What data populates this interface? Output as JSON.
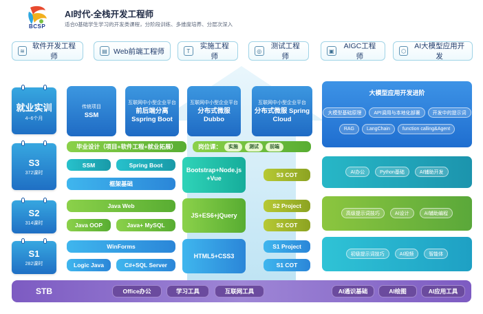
{
  "header": {
    "logo_text": "BCSP",
    "title": "AI时代-全栈开发工程师",
    "subtitle": "适合0基础学生学习的开发类课程，分阶段训练、多维度培养、分层次深入"
  },
  "roles": [
    {
      "label": "软件开发工程师",
      "icon": "layers-icon",
      "glyph": "≋"
    },
    {
      "label": "Web前端工程师",
      "icon": "browser-icon",
      "glyph": "▤"
    },
    {
      "label": "实施工程师",
      "icon": "wrench-icon",
      "glyph": "T"
    },
    {
      "label": "测试工程师",
      "icon": "test-icon",
      "glyph": "◎"
    },
    {
      "label": "AIGC工程师",
      "icon": "robot-icon",
      "glyph": "▣"
    },
    {
      "label": "AI大模型应用开发",
      "icon": "cube-icon",
      "glyph": "⬡"
    }
  ],
  "levels": {
    "job": {
      "name": "就业实训",
      "sub": "4~6个月"
    },
    "s3": {
      "name": "S3",
      "sub": "372课时"
    },
    "s2": {
      "name": "S2",
      "sub": "314课时"
    },
    "s1": {
      "name": "S1",
      "sub": "282课时"
    },
    "stb": {
      "name": "STB"
    }
  },
  "job_row": {
    "traditional": {
      "top": "传统项目",
      "main": "SSM"
    },
    "arch1": {
      "top": "互联网中小型企业平台",
      "main": "前后端分离 Sspring Boot"
    },
    "arch2": {
      "top": "互联网中小型企业平台",
      "main": "分布式微服 Dubbo"
    },
    "arch3": {
      "top": "互联网中小型企业平台",
      "main": "分布式微服 Spring Cloud"
    }
  },
  "graduation": {
    "label": "毕业设计（项目+软件工程+就业拓展）",
    "post_label": "岗位课：",
    "posts": [
      "实施",
      "测试",
      "前端"
    ]
  },
  "s3_row": {
    "ssm": "SSM",
    "spring_boot": "Spring Boot",
    "framework": "框架基础",
    "center": "Bootstrap+Node.js +Vue",
    "cot": "S3 COT"
  },
  "s2_row": {
    "java_web": "Java Web",
    "java_oop": "Java OOP",
    "java_mysql": "Java+ MySQL",
    "center": "JS+ES6+jQuery",
    "project": "S2 Project",
    "cot": "S2 COT"
  },
  "s1_row": {
    "winforms": "WinForms",
    "logic_java": "Logic Java",
    "csharp_sql": "C#+SQL Server",
    "center": "HTML5+CSS3",
    "project": "S1 Project",
    "cot": "S1 COT"
  },
  "stb_row": {
    "items": [
      "Office办公",
      "学习工具",
      "互联网工具"
    ],
    "ai_items": [
      "AI通识基础",
      "AI绘图",
      "AI应用工具"
    ]
  },
  "ai_panels": {
    "big": {
      "title": "大模型应用开发进阶",
      "line1": [
        "大模型基础原理",
        "API调用与本地化部署",
        "开发中的提示词"
      ],
      "line2": [
        "RAG",
        "LangChain",
        "function calling&Agent"
      ]
    },
    "p1": [
      "AI办公",
      "Python基础",
      "AI辅助开发"
    ],
    "p2": [
      "高级提示词技巧",
      "AI设计",
      "AI辅助编程"
    ],
    "p3": [
      "初级提示词技巧",
      "AI视频",
      "智能体"
    ]
  },
  "colors": {
    "brand_blue": "#1f6fc4",
    "light_blue": "#3fb6ee",
    "green": "#58ad32",
    "purple": "#6b44b0",
    "arrow": "#cfe9f7"
  }
}
